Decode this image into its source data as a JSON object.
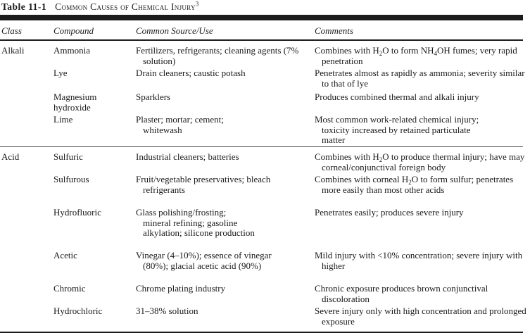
{
  "title": {
    "number": "Table 11-1",
    "caption": "Common Causes of Chemical Injury",
    "ref": "3"
  },
  "headers": [
    "Class",
    "Compound",
    "Common Source/Use",
    "Comments"
  ],
  "rows": [
    {
      "class": "Alkali",
      "compound": "Ammonia",
      "source": "Fertilizers, refrigerants; cleaning agents (7% solution)",
      "comments": "Combines with H2O to form NH4OH fumes; very rapid penetration"
    },
    {
      "class": "",
      "compound": "Lye",
      "source": "Drain cleaners; caustic potash",
      "comments": "Penetrates almost as rapidly as ammonia; severity similar to that of lye"
    },
    {
      "class": "",
      "compound": "Magnesium hydroxide",
      "source": "Sparklers",
      "comments": "Produces combined thermal and alkali injury"
    },
    {
      "class": "",
      "compound": "Lime",
      "source": "Plaster; mortar; cement; whitewash",
      "comments": "Most common work-related chemical injury; toxicity increased by retained particulate matter"
    },
    {
      "class": "Acid",
      "compound": "Sulfuric",
      "source": "Industrial cleaners; batteries",
      "comments": "Combines with H2O to produce thermal injury; have may corneal/conjunctival foreign body"
    },
    {
      "class": "",
      "compound": "Sulfurous",
      "source": "Fruit/vegetable preservatives; bleach refrigerants",
      "comments": "Combines with corneal H2O to form sulfur; penetrates more easily than most other acids"
    },
    {
      "class": "",
      "compound": "Hydrofluoric",
      "source": "Glass polishing/frosting; mineral refining; gasoline alkylation; silicone production",
      "comments": "Penetrates easily; produces severe injury"
    },
    {
      "class": "",
      "compound": "Acetic",
      "source": "Vinegar (4–10%); essence of vinegar (80%); glacial acetic acid (90%)",
      "comments": "Mild injury with <10% concentration; severe injury with higher"
    },
    {
      "class": "",
      "compound": "Chromic",
      "source": "Chrome plating industry",
      "comments": "Chronic exposure produces brown conjunctival discoloration"
    },
    {
      "class": "",
      "compound": "Hydrochloric",
      "source": "31–38% solution",
      "comments": "Severe injury only with high concentration and prolonged exposure"
    }
  ]
}
